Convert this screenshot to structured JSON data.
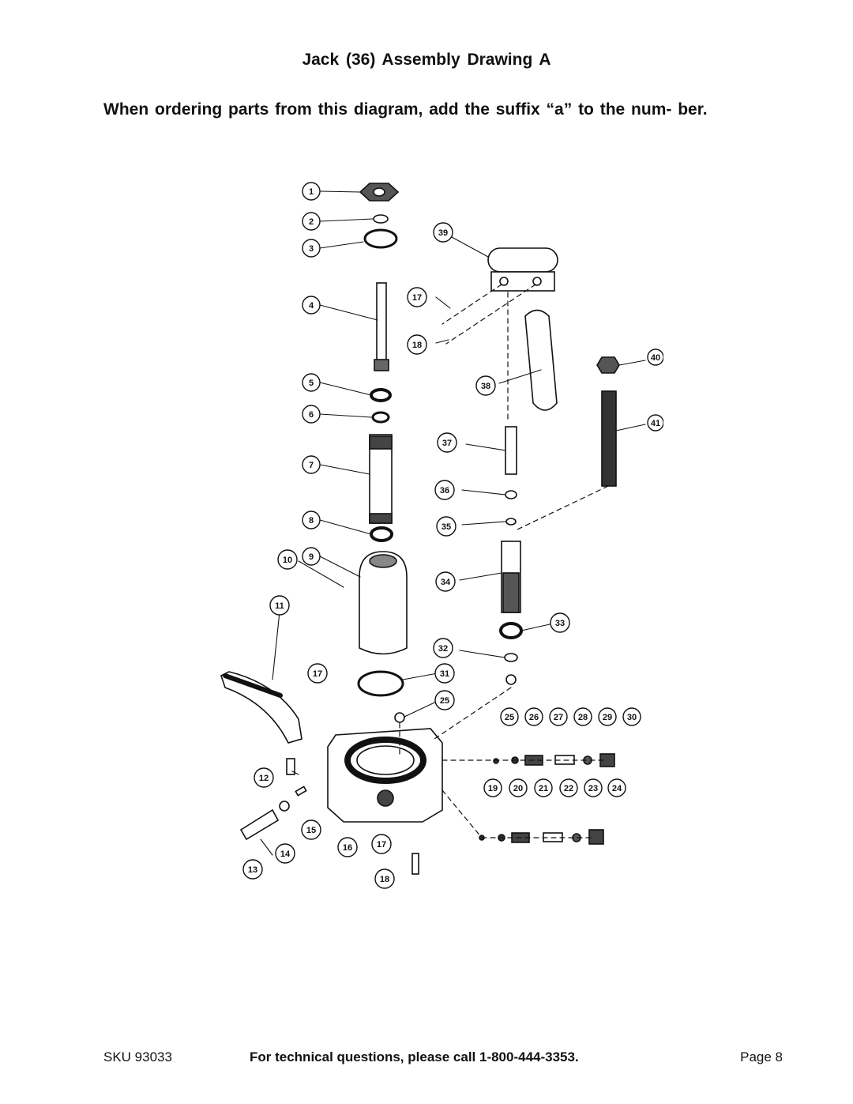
{
  "header": {
    "title": "Jack (36) Assembly Drawing A",
    "instructions": "When ordering parts from this diagram, add the suffix “a” to the num- ber."
  },
  "diagram": {
    "callouts": [
      "1",
      "2",
      "3",
      "4",
      "5",
      "6",
      "7",
      "8",
      "9",
      "10",
      "11",
      "12",
      "13",
      "14",
      "15",
      "16",
      "17",
      "17",
      "17",
      "18",
      "18",
      "19",
      "20",
      "21",
      "22",
      "23",
      "24",
      "25",
      "25",
      "26",
      "27",
      "28",
      "29",
      "30",
      "31",
      "32",
      "33",
      "34",
      "35",
      "36",
      "37",
      "38",
      "39",
      "40",
      "41"
    ]
  },
  "footer": {
    "sku": "SKU 93033",
    "tech_line": "For technical questions, please call 1-800-444-3353.",
    "page": "Page 8"
  }
}
